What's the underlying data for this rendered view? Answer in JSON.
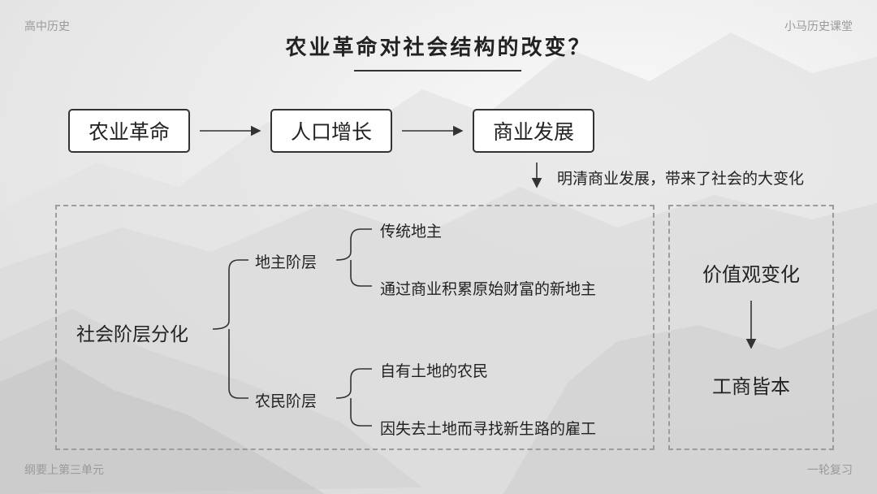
{
  "corners": {
    "top_left": "高中历史",
    "top_right": "小马历史课堂",
    "bottom_left": "纲要上第三单元",
    "bottom_right": "一轮复习"
  },
  "title": "农业革命对社会结构的改变？",
  "flow": [
    "农业革命",
    "人口增长",
    "商业发展"
  ],
  "flow_note": "明清商业发展，带来了社会的大变化",
  "social": {
    "root": "社会阶层分化",
    "groups": [
      {
        "label": "地主阶层",
        "items": [
          "传统地主",
          "通过商业积累原始财富的新地主"
        ]
      },
      {
        "label": "农民阶层",
        "items": [
          "自有土地的农民",
          "因失去土地而寻找新生路的雇工"
        ]
      }
    ]
  },
  "values": {
    "top": "价值观变化",
    "bottom": "工商皆本"
  }
}
